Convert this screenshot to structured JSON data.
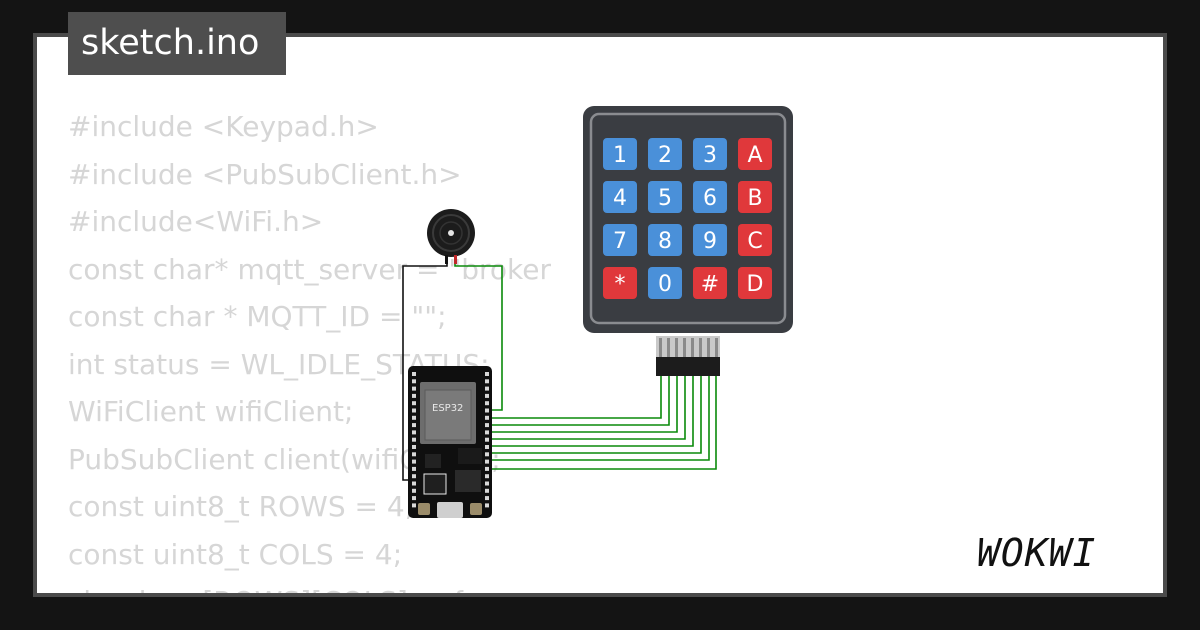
{
  "file_tab": {
    "label": "sketch.ino"
  },
  "code_lines": [
    "#include <Keypad.h>",
    "#include <PubSubClient.h>",
    "#include<WiFi.h>",
    "const char* mqtt_server = \"broker",
    "const char * MQTT_ID = \"\";",
    "int status = WL_IDLE_STATUS;",
    "WiFiClient wifiClient;",
    "PubSubClient client(wifiClient);",
    "const uint8_t ROWS = 4;",
    "const uint8_t COLS = 4;",
    "char keys[ROWS][COLS] = {"
  ],
  "keypad": {
    "keys": [
      [
        "1",
        "2",
        "3",
        "A"
      ],
      [
        "4",
        "5",
        "6",
        "B"
      ],
      [
        "7",
        "8",
        "9",
        "C"
      ],
      [
        "*",
        "0",
        "#",
        "D"
      ]
    ]
  },
  "board": {
    "chip_label": "ESP32"
  },
  "brand": {
    "logo_text": "WOKWI"
  },
  "colors": {
    "background": "#141414",
    "card_frame": "#4b4b4b",
    "code_text": "#d6d6d6",
    "key_blue": "#4a90d9",
    "key_red": "#e0383b",
    "wire_green": "#0a8a0a",
    "keypad_body": "#3a3d42"
  }
}
